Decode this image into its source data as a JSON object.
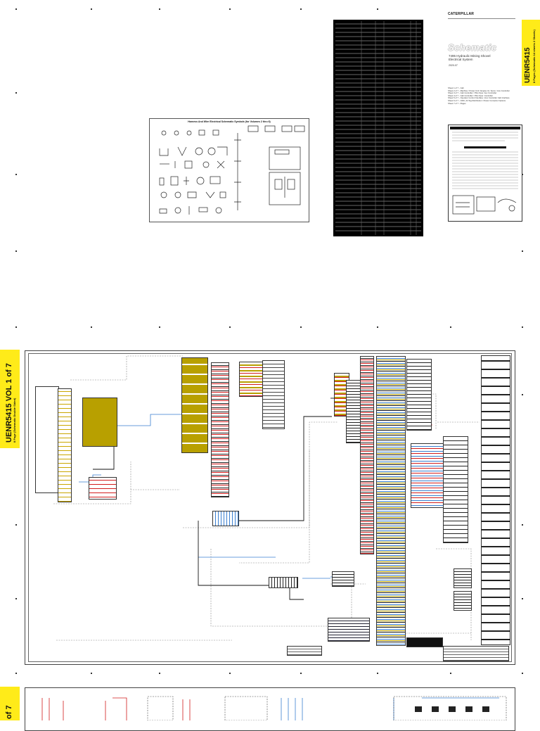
{
  "cover": {
    "brand": "CATERPILLAR",
    "title": "Schematic",
    "subtitle_line1": "7495 Hydraulic Mining Shovel",
    "subtitle_line2": "Electrical System",
    "date": "2020-07",
    "symbols_title": "Harness And Wire Electrical Schematic Symbols (for Volumes 2 thru 6)",
    "contents": "Sheet 1 of 7 - Cab\nSheet 2 of 7 - Machine / Power Unit / Engine Int. Servo / Aux Controller\nSheet 3 of 7 - Cab Controller / Pilot Oper. Aux Controller\nSheet 4 of 7 - Cab Controller / Pilot Oper. Controller\nSheet 5 of 7 - Operator Control Interface / Aux Controller Cab Interface\nSheet 6 of 7 - CMU, Air Sig Distribution / Power Converter Options\nSheet 7 of 7 - Pages"
  },
  "side_tabs": {
    "top_doc": "UENR5415",
    "top_pages": "8 Pages (Schematic 14 sheets 2 Sheets)",
    "mid_doc": "UENR5415 VOL 1 of 7",
    "mid_pages": "8 Page (Schematic Double Sided)",
    "bottom_doc": "of 7"
  },
  "colors": {
    "tab_yellow": "#ffeb19",
    "harness_olive": "#b8a000",
    "wire_blue": "#3a7fd0",
    "wire_red": "#d21c1c",
    "wire_black": "#111111"
  }
}
